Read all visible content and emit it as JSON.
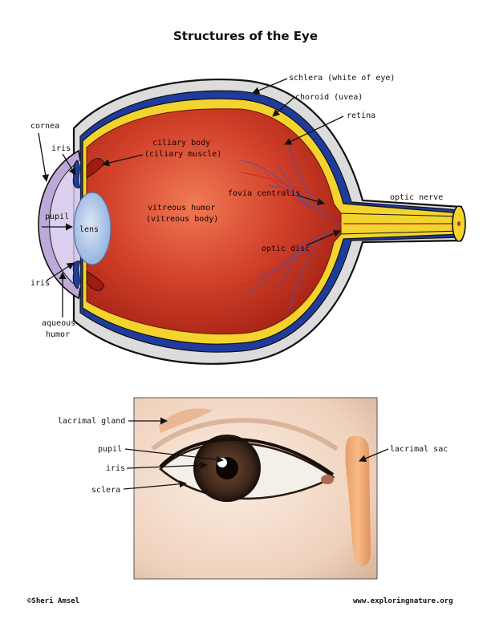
{
  "title": "Structures of the Eye",
  "eye_diagram": {
    "labels": {
      "sclera": "schlera (white of eye)",
      "choroid": "choroid (uvea)",
      "retina": "retina",
      "cornea": "cornea",
      "iris_top": "iris",
      "ciliary_body_1": "ciliary body",
      "ciliary_body_2": "(ciliary muscle)",
      "pupil": "pupil",
      "lens": "lens",
      "vitreous_1": "vitreous humor",
      "vitreous_2": "(vitreous body)",
      "fovea": "fovia centralis",
      "optic_nerve": "optic nerve",
      "optic_disc": "optic disc",
      "iris_bottom": "iris",
      "aqueous_1": "aqueous",
      "aqueous_2": "humor"
    }
  },
  "external_eye": {
    "labels": {
      "lacrimal_gland": "lacrimal gland",
      "pupil": "pupil",
      "iris": "iris",
      "sclera": "sclera",
      "lacrimal_sac": "lacrimal sac"
    }
  },
  "footer": {
    "copyright": "©Sheri Amsel",
    "website": "www.exploringnature.org"
  },
  "colors": {
    "sclera": "#d6d6d6",
    "choroid": "#1f3c9c",
    "retina_layer": "#f2d22e",
    "vitreous": "#c0301b",
    "lens": "#a9c2e6",
    "cornea": "#b9a6d8",
    "skin": "#f1d9c6",
    "iris_brown": "#4a2d1f"
  }
}
